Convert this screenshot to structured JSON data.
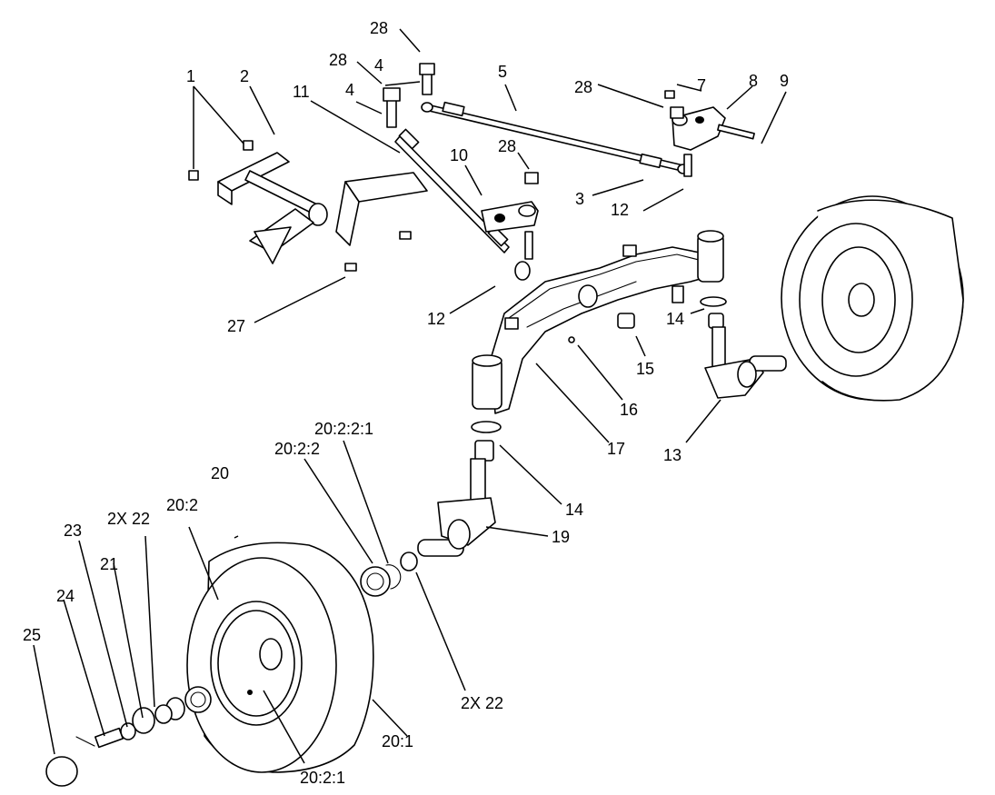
{
  "callouts": [
    {
      "id": "c1",
      "text": "1"
    },
    {
      "id": "c2",
      "text": "2"
    },
    {
      "id": "c3",
      "text": "3"
    },
    {
      "id": "c4a",
      "text": "4"
    },
    {
      "id": "c4b",
      "text": "4"
    },
    {
      "id": "c5",
      "text": "5"
    },
    {
      "id": "c7",
      "text": "7"
    },
    {
      "id": "c8",
      "text": "8"
    },
    {
      "id": "c9",
      "text": "9"
    },
    {
      "id": "c10",
      "text": "10"
    },
    {
      "id": "c11",
      "text": "11"
    },
    {
      "id": "c12a",
      "text": "12"
    },
    {
      "id": "c12b",
      "text": "12"
    },
    {
      "id": "c13",
      "text": "13"
    },
    {
      "id": "c14a",
      "text": "14"
    },
    {
      "id": "c14b",
      "text": "14"
    },
    {
      "id": "c15",
      "text": "15"
    },
    {
      "id": "c16",
      "text": "16"
    },
    {
      "id": "c17",
      "text": "17"
    },
    {
      "id": "c19",
      "text": "19"
    },
    {
      "id": "c20",
      "text": "20"
    },
    {
      "id": "c20_1",
      "text": "20:1"
    },
    {
      "id": "c20_2",
      "text": "20:2"
    },
    {
      "id": "c20_2_1",
      "text": "20:2:1"
    },
    {
      "id": "c20_2_2",
      "text": "20:2:2"
    },
    {
      "id": "c20_2_2_1",
      "text": "20:2:2:1"
    },
    {
      "id": "c21",
      "text": "21"
    },
    {
      "id": "c22a",
      "text": "2X 22"
    },
    {
      "id": "c22b",
      "text": "2X 22"
    },
    {
      "id": "c23",
      "text": "23"
    },
    {
      "id": "c24",
      "text": "24"
    },
    {
      "id": "c25",
      "text": "25"
    },
    {
      "id": "c27",
      "text": "27"
    },
    {
      "id": "c28a",
      "text": "28"
    },
    {
      "id": "c28b",
      "text": "28"
    },
    {
      "id": "c28c",
      "text": "28"
    },
    {
      "id": "c28d",
      "text": "28"
    }
  ]
}
